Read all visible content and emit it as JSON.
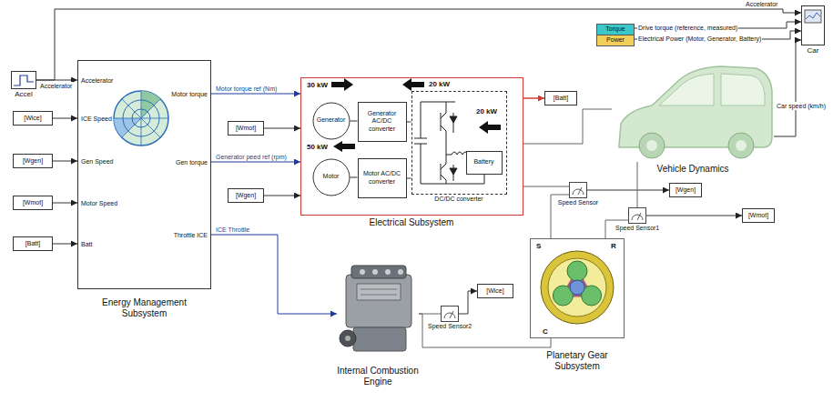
{
  "diagram": {
    "nodes": [
      {
        "text": [
          "Accel"
        ]
      },
      {
        "text": [
          "Accelerator",
          "ICE Speed",
          "Gen Speed",
          "Motor Speed",
          "Batt",
          "Motor torque",
          "Gen torque",
          "Throttle ICE",
          "Energy Management Subsystem"
        ]
      },
      {
        "text": [
          "[Wice]"
        ]
      },
      {
        "text": [
          "[Wgen]"
        ]
      },
      {
        "text": [
          "[Wmot]"
        ]
      },
      {
        "text": [
          "[Batt]"
        ]
      },
      {
        "text": [
          "Electrical Subsystem"
        ]
      },
      {
        "text": [
          "Generator"
        ],
        "in": 6
      },
      {
        "text": [
          "Generator AC/DC converter"
        ],
        "in": 6
      },
      {
        "text": [
          "Motor"
        ],
        "in": 6
      },
      {
        "text": [
          "Motor AC/DC converter"
        ],
        "in": 6
      },
      {
        "text": [
          "DC/DC converter"
        ],
        "in": 6
      },
      {
        "text": [
          "Battery"
        ],
        "in": 11
      },
      {
        "text": [
          "[Wmot]"
        ]
      },
      {
        "text": [
          "[Wgen]"
        ]
      },
      {
        "text": [
          "[Batt]"
        ]
      },
      {
        "text": [
          "Torque"
        ]
      },
      {
        "text": [
          "Power"
        ]
      },
      {
        "text": [
          "Car"
        ]
      },
      {
        "text": [
          "Vehicle Dynamics"
        ]
      },
      {
        "text": [
          "Speed Sensor"
        ]
      },
      {
        "text": [
          "[Wgen]"
        ]
      },
      {
        "text": [
          "Speed Sensor1"
        ]
      },
      {
        "text": [
          "[Wmot]"
        ]
      },
      {
        "text": [
          "S",
          "R",
          "C",
          "Planetary Gear Subsystem"
        ]
      },
      {
        "text": [
          "Internal Combustion Engine"
        ]
      },
      {
        "text": [
          "Speed Sensor2"
        ]
      },
      {
        "text": [
          "[Wice]"
        ]
      }
    ],
    "edges": [
      {
        "from": 0,
        "to": 1,
        "arrow": "to",
        "label": "Accelerator"
      },
      {
        "from": 0,
        "to": 18,
        "arrow": "to",
        "label": "Accelerator"
      },
      {
        "from": 2,
        "to": 1,
        "arrow": "to"
      },
      {
        "from": 3,
        "to": 1,
        "arrow": "to"
      },
      {
        "from": 4,
        "to": 1,
        "arrow": "to"
      },
      {
        "from": 5,
        "to": 1,
        "arrow": "to"
      },
      {
        "from": 1,
        "to": 6,
        "arrow": "to",
        "label": "Motor torque ref (Nm)"
      },
      {
        "from": 1,
        "to": 6,
        "arrow": "to",
        "label": "Generator peed ref (rpm)"
      },
      {
        "from": 13,
        "to": 6,
        "arrow": "to"
      },
      {
        "from": 14,
        "to": 6,
        "arrow": "to"
      },
      {
        "from": 6,
        "to": 15,
        "arrow": "to"
      },
      {
        "from": 1,
        "to": 25,
        "arrow": "to",
        "label": "ICE Throttle"
      },
      {
        "from": 16,
        "to": 18,
        "arrow": "to",
        "label": "Drive torque (reference, measured)"
      },
      {
        "from": 17,
        "to": 18,
        "arrow": "to",
        "label": "Electrical Power (Motor, Generator, Battery)"
      },
      {
        "from": 19,
        "to": 18,
        "arrow": "to",
        "label": "Car speed (km/h)"
      },
      {
        "from": 6,
        "to": 19,
        "arrow": "none"
      },
      {
        "from": 6,
        "to": 20,
        "arrow": "none"
      },
      {
        "from": 20,
        "to": 24,
        "arrow": "none"
      },
      {
        "from": 20,
        "to": 21,
        "arrow": "to"
      },
      {
        "from": 22,
        "to": 24,
        "arrow": "none"
      },
      {
        "from": 19,
        "to": 22,
        "arrow": "none"
      },
      {
        "from": 22,
        "to": 23,
        "arrow": "to"
      },
      {
        "from": 25,
        "to": 26,
        "arrow": "none"
      },
      {
        "from": 26,
        "to": 27,
        "arrow": "to"
      },
      {
        "from": 25,
        "to": 24,
        "arrow": "none"
      },
      {
        "from": 7,
        "to": 8,
        "arrow": "none"
      },
      {
        "from": 8,
        "to": 11,
        "arrow": "none"
      },
      {
        "from": 9,
        "to": 10,
        "arrow": "none"
      },
      {
        "from": 10,
        "to": 11,
        "arrow": "none"
      }
    ],
    "labels": [
      "30 kW",
      "20 kW",
      "50 kW",
      "20 kW"
    ]
  }
}
